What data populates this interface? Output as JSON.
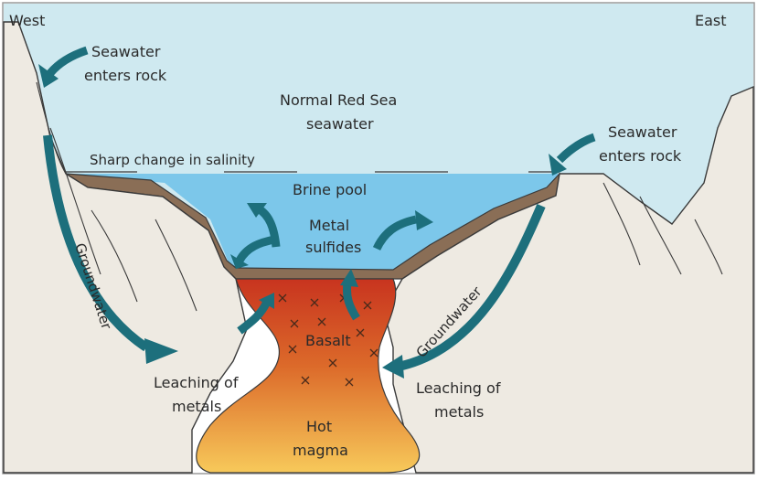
{
  "labels": {
    "west": "West",
    "east": "East",
    "seawater_west_1": "Seawater",
    "seawater_west_2": "enters rock",
    "normal_1": "Normal Red Sea",
    "normal_2": "seawater",
    "sharp_change": "Sharp change in salinity",
    "seawater_east_1": "Seawater",
    "seawater_east_2": "enters rock",
    "brine_pool": "Brine pool",
    "metal_1": "Metal",
    "metal_2": "sulfides",
    "groundwater_west": "Groundwater",
    "groundwater_east": "Groundwater",
    "basalt": "Basalt",
    "leach_west_1": "Leaching of",
    "leach_west_2": "metals",
    "leach_east_1": "Leaching of",
    "leach_east_2": "metals",
    "hot_1": "Hot",
    "hot_2": "magma"
  },
  "colors": {
    "seawater": "#cfe9f0",
    "brine": "#7cc7ea",
    "rock": "#eeeae2",
    "sediment": "#8a6e56",
    "arrow": "#1d6f7c",
    "outline": "#3a3a3a",
    "magma_top": "#c8341f",
    "magma_bottom": "#f7c95a"
  },
  "icons": {
    "flow_arrow": "curved-arrow-icon",
    "basalt_marker": "x-mark-icon"
  }
}
